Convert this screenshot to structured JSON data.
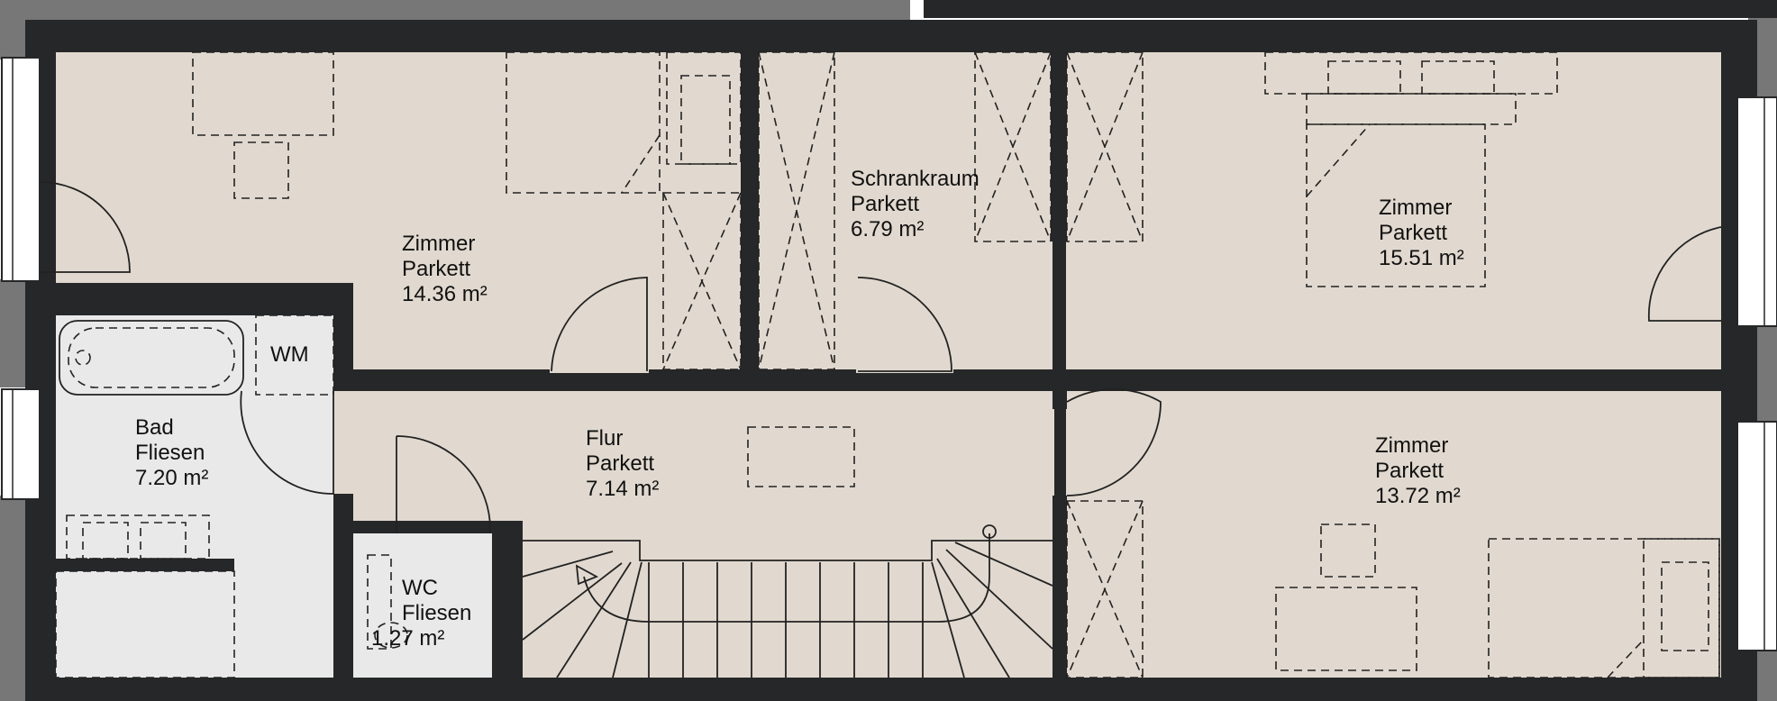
{
  "plan": {
    "colors": {
      "wall": "#262728",
      "parkett": "#e1d9cf",
      "fliesen": "#e9e9e9",
      "outer": "#777777"
    },
    "rooms": [
      {
        "id": "zimmer_west",
        "name": "Zimmer",
        "floor": "Parkett",
        "area": "14.36 m²"
      },
      {
        "id": "schrankraum",
        "name": "Schrankraum",
        "floor": "Parkett",
        "area": "6.79 m²"
      },
      {
        "id": "zimmer_ne",
        "name": "Zimmer",
        "floor": "Parkett",
        "area": "15.51 m²"
      },
      {
        "id": "bad",
        "name": "Bad",
        "floor": "Fliesen",
        "area": "7.20 m²"
      },
      {
        "id": "flur",
        "name": "Flur",
        "floor": "Parkett",
        "area": "7.14 m²"
      },
      {
        "id": "zimmer_se",
        "name": "Zimmer",
        "floor": "Parkett",
        "area": "13.72 m²"
      },
      {
        "id": "wc",
        "name": "WC",
        "floor": "Fliesen",
        "area": "1.27 m²"
      }
    ],
    "fixtures": {
      "washing_machine": "WM"
    }
  }
}
